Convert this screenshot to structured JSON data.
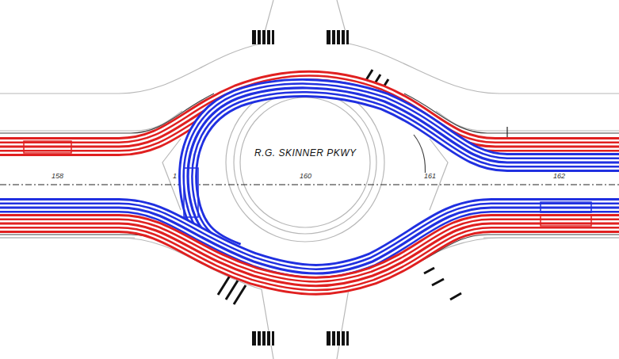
{
  "diagram": {
    "labels": [
      "R.G. SKINNER PKWY",
      "158",
      "1",
      "160",
      "161",
      "162"
    ]
  }
}
